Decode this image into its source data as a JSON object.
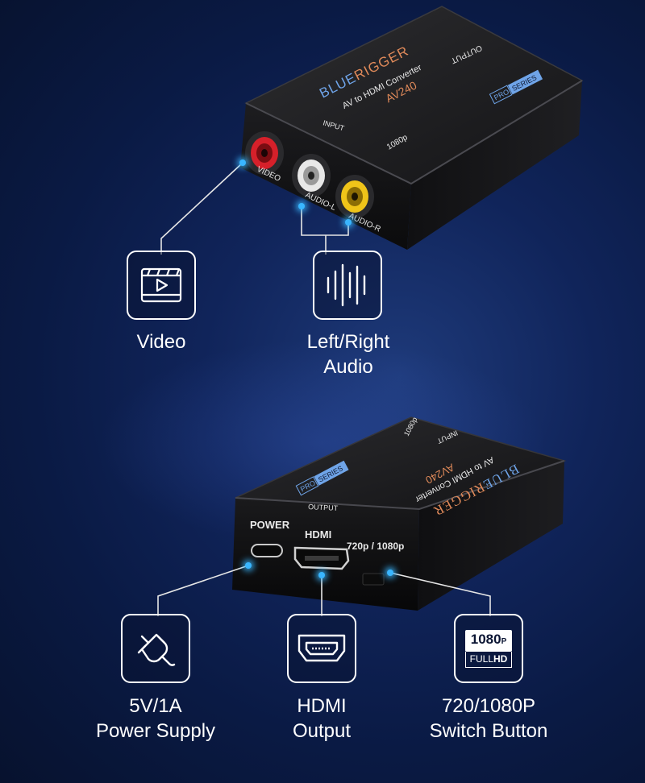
{
  "device_top": {
    "brand_first": "BLUE",
    "brand_second": "RIGGER",
    "product": "AV to HDMI Converter",
    "model": "AV240",
    "series_pro": "PRO",
    "series_word": "SERIES",
    "label_input": "INPUT",
    "label_output": "OUTPUT",
    "label_resolution": "1080p",
    "port_video": "VIDEO",
    "port_audio_l": "AUDIO-L",
    "port_audio_r": "AUDIO-R"
  },
  "device_bottom": {
    "brand_first": "BLUE",
    "brand_second": "RIGGER",
    "product": "AV to HDMI Converter",
    "model": "AV240",
    "series_pro": "PRO",
    "series_word": "SERIES",
    "label_input": "INPUT",
    "label_output": "OUTPUT",
    "label_resolution": "1080p",
    "port_power": "POWER",
    "port_hdmi": "HDMI",
    "switch_label": "720p / 1080p"
  },
  "features": {
    "video": {
      "icon": "video-play-icon",
      "line1": "Video"
    },
    "audio": {
      "icon": "sound-wave-icon",
      "line1": "Left/Right",
      "line2": "Audio"
    },
    "power": {
      "icon": "power-plug-icon",
      "line1": "5V/1A",
      "line2": "Power Supply"
    },
    "hdmi": {
      "icon": "hdmi-port-icon",
      "line1": "HDMI",
      "line2": "Output"
    },
    "switch": {
      "icon": "fullhd-1080p-icon",
      "badge_top": "1080",
      "badge_p": "P",
      "badge_full": "FULL",
      "badge_hd": "HD",
      "line1": "720/1080P",
      "line2": "Switch Button"
    }
  },
  "colors": {
    "background": "#0c1d4c",
    "accent_dot": "#39b6ff",
    "device_body": "#1b1b1d",
    "jack_red": "#d6202a",
    "jack_white": "#e8e8e8",
    "jack_yellow": "#f0c419"
  }
}
